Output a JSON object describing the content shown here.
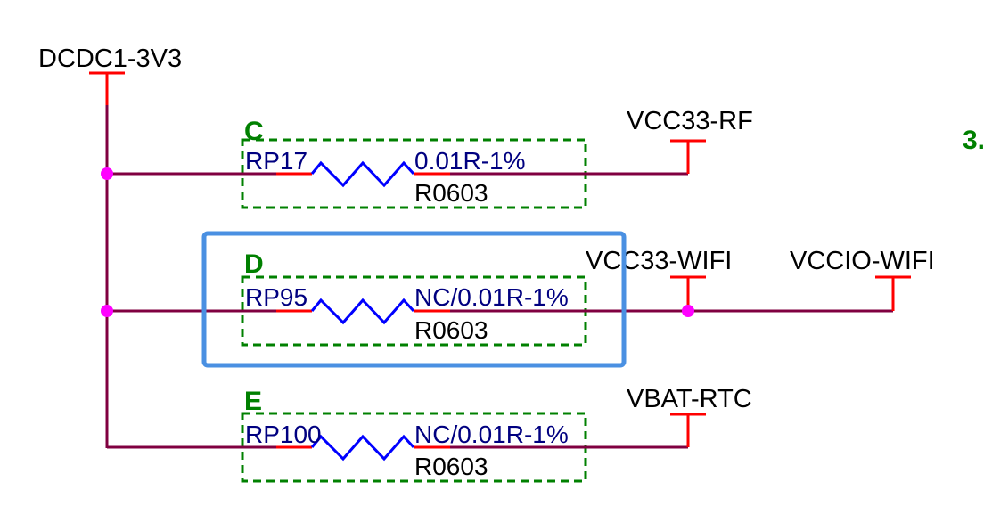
{
  "schematic": {
    "source_net": "DCDC1-3V3",
    "corner_label": "3.",
    "groups": [
      {
        "label": "C",
        "ref": "RP17",
        "value": "0.01R-1%",
        "package": "R0603",
        "nets": [
          "VCC33-RF"
        ]
      },
      {
        "label": "D",
        "ref": "RP95",
        "value": "NC/0.01R-1%",
        "package": "R0603",
        "nets": [
          "VCC33-WIFI",
          "VCCIO-WIFI"
        ]
      },
      {
        "label": "E",
        "ref": "RP100",
        "value": "NC/0.01R-1%",
        "package": "R0603",
        "nets": [
          "VBAT-RTC"
        ]
      }
    ],
    "colors": {
      "wire": "#800040",
      "pin": "#ff0000",
      "resistor": "#0000ff",
      "group": "#008000",
      "highlight": "#4a90e2",
      "junction": "#ff00ff"
    }
  }
}
